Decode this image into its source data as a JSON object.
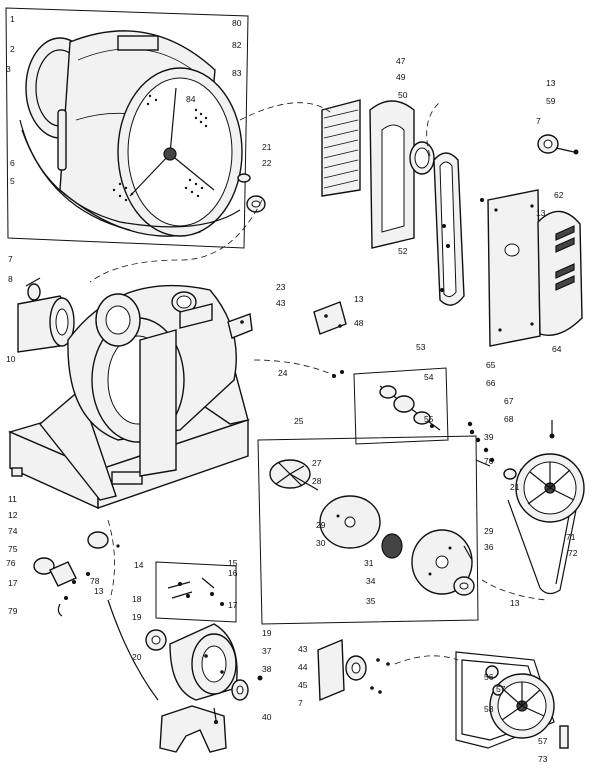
{
  "labels": [
    {
      "text": "1"
    },
    {
      "text": "2"
    },
    {
      "text": "3"
    },
    {
      "text": "80"
    },
    {
      "text": "82"
    },
    {
      "text": "83"
    },
    {
      "text": "84"
    },
    {
      "text": "6"
    },
    {
      "text": "5"
    },
    {
      "text": "21"
    },
    {
      "text": "22"
    },
    {
      "text": "7"
    },
    {
      "text": "8"
    },
    {
      "text": "47"
    },
    {
      "text": "49"
    },
    {
      "text": "50"
    },
    {
      "text": "52"
    },
    {
      "text": "13"
    },
    {
      "text": "59"
    },
    {
      "text": "7"
    },
    {
      "text": "62"
    },
    {
      "text": "13"
    },
    {
      "text": "64"
    },
    {
      "text": "10"
    },
    {
      "text": "23"
    },
    {
      "text": "43"
    },
    {
      "text": "13"
    },
    {
      "text": "48"
    },
    {
      "text": "53"
    },
    {
      "text": "24"
    },
    {
      "text": "54"
    },
    {
      "text": "55"
    },
    {
      "text": "65"
    },
    {
      "text": "66"
    },
    {
      "text": "67"
    },
    {
      "text": "68"
    },
    {
      "text": "39"
    },
    {
      "text": "70"
    },
    {
      "text": "21"
    },
    {
      "text": "71"
    },
    {
      "text": "72"
    },
    {
      "text": "25"
    },
    {
      "text": "27"
    },
    {
      "text": "28"
    },
    {
      "text": "29"
    },
    {
      "text": "30"
    },
    {
      "text": "31"
    },
    {
      "text": "29"
    },
    {
      "text": "36"
    },
    {
      "text": "34"
    },
    {
      "text": "35"
    },
    {
      "text": "13"
    },
    {
      "text": "11"
    },
    {
      "text": "12"
    },
    {
      "text": "74"
    },
    {
      "text": "75"
    },
    {
      "text": "76"
    },
    {
      "text": "78"
    },
    {
      "text": "13"
    },
    {
      "text": "17"
    },
    {
      "text": "79"
    },
    {
      "text": "14"
    },
    {
      "text": "15"
    },
    {
      "text": "16"
    },
    {
      "text": "17"
    },
    {
      "text": "18"
    },
    {
      "text": "19"
    },
    {
      "text": "20"
    },
    {
      "text": "19"
    },
    {
      "text": "37"
    },
    {
      "text": "38"
    },
    {
      "text": "40"
    },
    {
      "text": "43"
    },
    {
      "text": "44"
    },
    {
      "text": "45"
    },
    {
      "text": "7"
    },
    {
      "text": "56"
    },
    {
      "text": "57"
    },
    {
      "text": "58"
    },
    {
      "text": "57"
    },
    {
      "text": "73"
    }
  ]
}
